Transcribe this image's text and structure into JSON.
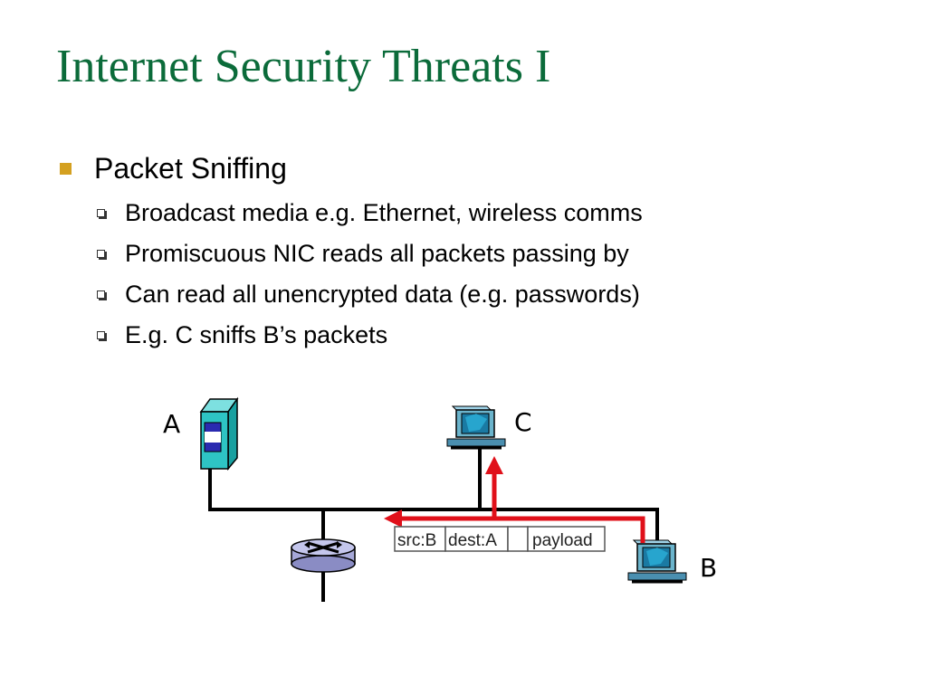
{
  "slide": {
    "title": "Internet Security Threats I",
    "bullet_color": "#d4a020",
    "title_color": "#0b6b3a"
  },
  "bullets": {
    "main": "Packet Sniffing",
    "sub": [
      "Broadcast media e.g. Ethernet, wireless comms",
      "Promiscuous NIC reads all packets passing by",
      "Can read all unencrypted data (e.g. passwords)",
      "E.g. C sniffs B’s packets"
    ]
  },
  "diagram": {
    "nodes": {
      "a": {
        "label": "A",
        "icon": "server-icon"
      },
      "b": {
        "label": "B",
        "icon": "computer-icon"
      },
      "c": {
        "label": "C",
        "icon": "computer-icon"
      },
      "router": {
        "icon": "router-icon"
      }
    },
    "packet": {
      "fields": [
        "src:B",
        "dest:A",
        "",
        "payload"
      ]
    },
    "arrow_color": "#e0101a"
  }
}
